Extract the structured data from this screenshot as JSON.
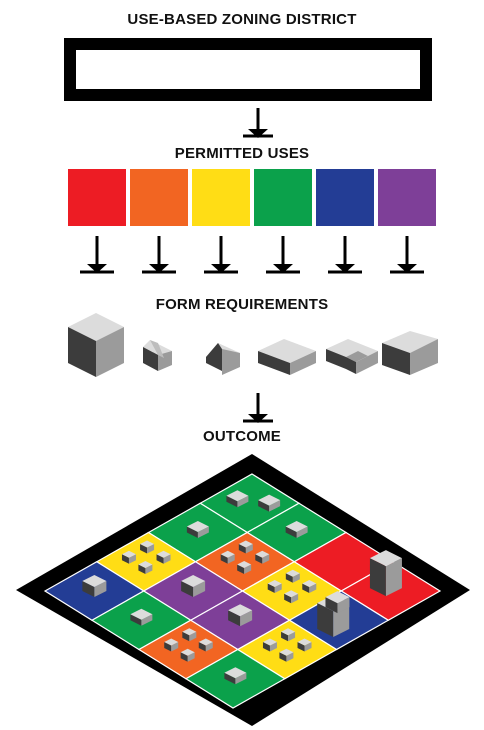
{
  "labels": {
    "title": "USE-BASED ZONING DISTRICT",
    "permitted_uses": "PERMITTED USES",
    "form_requirements": "FORM REQUIREMENTS",
    "outcome": "OUTCOME"
  },
  "colors": {
    "red": "#ED1C24",
    "orange": "#F26522",
    "yellow": "#FFDD15",
    "green": "#0BA14B",
    "blue": "#233D95",
    "purple": "#7E3F98",
    "box_top": "#DCDCDC",
    "box_left": "#9B9B9B",
    "box_right": "#3C3C3C",
    "frame": "#000000"
  },
  "use_swatches": [
    "red",
    "orange",
    "yellow",
    "green",
    "blue",
    "purple"
  ],
  "form_icons": [
    "tall-block-icon",
    "ridge-roof-small-icon",
    "gable-roof-small-icon",
    "flat-slab-icon",
    "l-shaped-block-icon",
    "shed-roof-block-icon"
  ],
  "outcome_grid": [
    [
      "green",
      "green",
      "red",
      "red"
    ],
    [
      "green",
      "orange",
      "yellow",
      "blue"
    ],
    [
      "yellow",
      "purple",
      "purple",
      "yellow"
    ],
    [
      "blue",
      "green",
      "orange",
      "green"
    ]
  ]
}
